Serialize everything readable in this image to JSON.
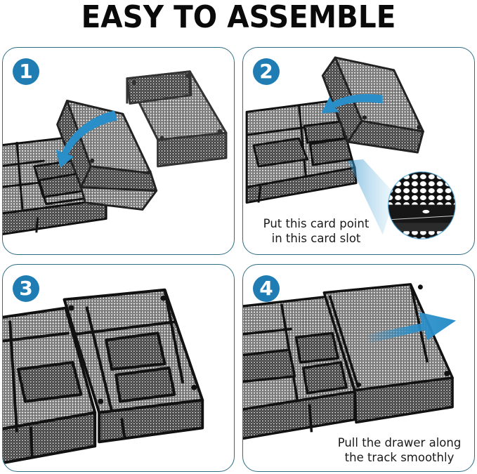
{
  "header": {
    "title": "EASY TO ASSEMBLE"
  },
  "steps": [
    {
      "number": "1",
      "caption": "",
      "illustration": "mesh-organizer-drawer-insert-arrow",
      "arrow_color": "#2a8fc9"
    },
    {
      "number": "2",
      "caption_line1": "Put this card point",
      "caption_line2": "in this card slot",
      "illustration": "mesh-organizer-card-slot-closeup",
      "arrow_color": "#2a8fc9"
    },
    {
      "number": "3",
      "caption": "",
      "illustration": "mesh-organizer-assembled"
    },
    {
      "number": "4",
      "caption_line1": "Pull the drawer along",
      "caption_line2": "the track smoothly",
      "illustration": "mesh-organizer-drawer-pull-arrow",
      "arrow_color": "#2a8fc9"
    }
  ],
  "colors": {
    "badge": "#1f7db3",
    "panel_border": "#2f6d85",
    "mesh_frame": "#1a1a1a",
    "mesh_fill": "#5a5a5a",
    "arrow": "#2a8fc9"
  }
}
